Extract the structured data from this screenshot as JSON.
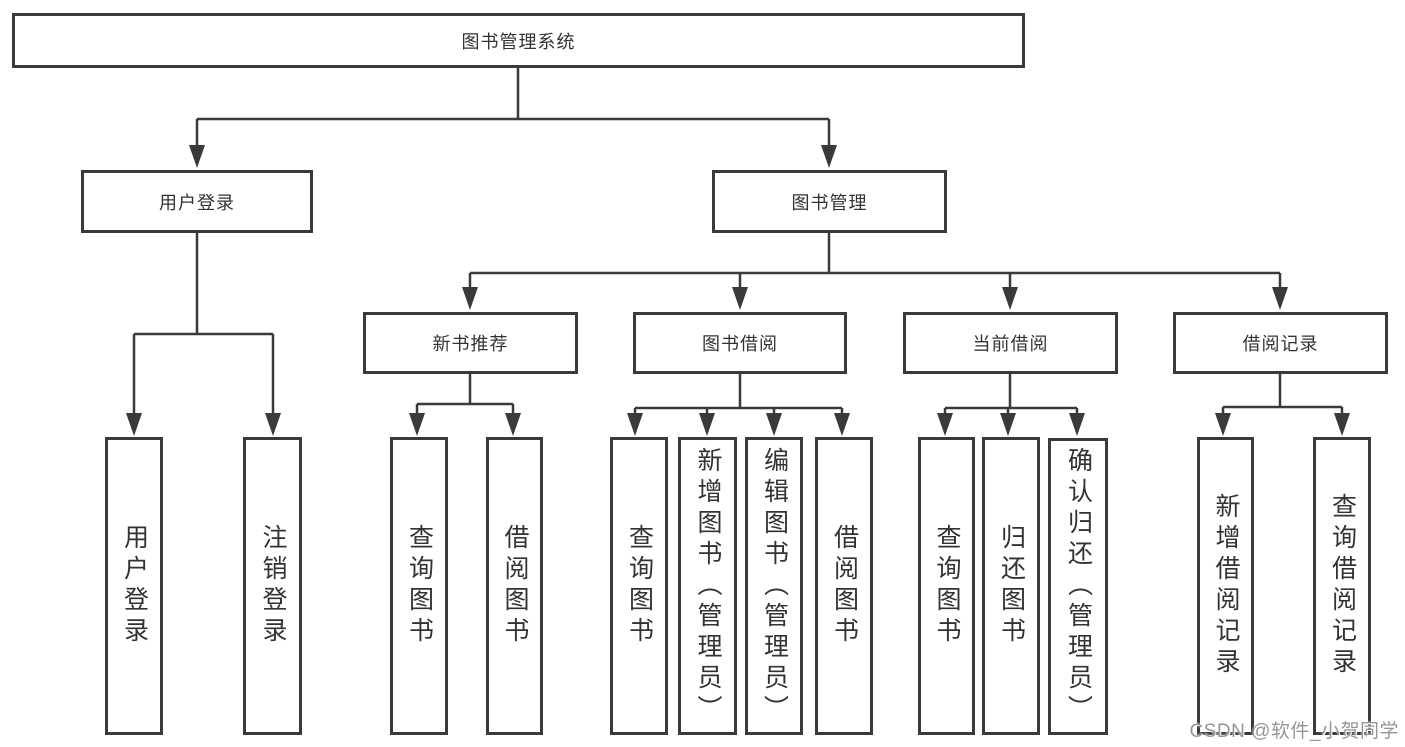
{
  "diagram": {
    "tree": {
      "label": "图书管理系统",
      "children": [
        {
          "label": "用户登录",
          "children": [
            {
              "label": "用户登录"
            },
            {
              "label": "注销登录"
            }
          ]
        },
        {
          "label": "图书管理",
          "children": [
            {
              "label": "新书推荐",
              "children": [
                {
                  "label": "查询图书"
                },
                {
                  "label": "借阅图书"
                }
              ]
            },
            {
              "label": "图书借阅",
              "children": [
                {
                  "label": "查询图书"
                },
                {
                  "label": "新增图书（管理员）"
                },
                {
                  "label": "编辑图书（管理员）"
                },
                {
                  "label": "借阅图书"
                }
              ]
            },
            {
              "label": "当前借阅",
              "children": [
                {
                  "label": "查询图书"
                },
                {
                  "label": "归还图书"
                },
                {
                  "label": "确认归还（管理员）"
                }
              ]
            },
            {
              "label": "借阅记录",
              "children": [
                {
                  "label": "新增借阅记录"
                },
                {
                  "label": "查询借阅记录"
                }
              ]
            }
          ]
        }
      ]
    },
    "colors": {
      "line": "#3a3a3a",
      "text": "#333333",
      "background": "#ffffff",
      "watermark": "#969696"
    }
  },
  "watermark": {
    "text": "CSDN @软件_小贺同学"
  }
}
